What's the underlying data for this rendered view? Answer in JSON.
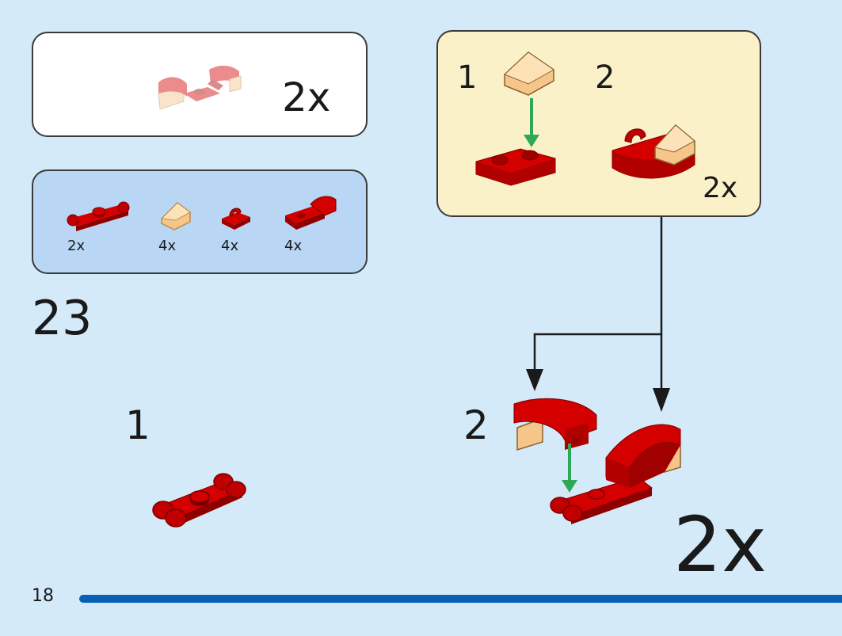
{
  "result_box": {
    "multiplier": "2x"
  },
  "parts_list": {
    "items": [
      {
        "name": "red-plate-with-clips-icon",
        "qty": "2x"
      },
      {
        "name": "trans-orange-slope-icon",
        "qty": "4x"
      },
      {
        "name": "red-plate-with-clip-icon",
        "qty": "4x"
      },
      {
        "name": "red-curved-slope-icon",
        "qty": "4x"
      }
    ]
  },
  "step": {
    "number": "23"
  },
  "substep": {
    "label_1": "1",
    "label_2": "2",
    "multiplier": "2x"
  },
  "main": {
    "label_1": "1",
    "label_2": "2",
    "multiplier": "2x"
  },
  "footer": {
    "page_number": "18"
  },
  "colors": {
    "background": "#d5eaf9",
    "brick_red": "#d40000",
    "trans_orange": "#f5c58a",
    "arrow_green": "#2ea856",
    "footer_bar": "#0a5fb4",
    "sub_box_bg": "#fbf1c8",
    "parts_box_bg": "#b9d7f5"
  }
}
